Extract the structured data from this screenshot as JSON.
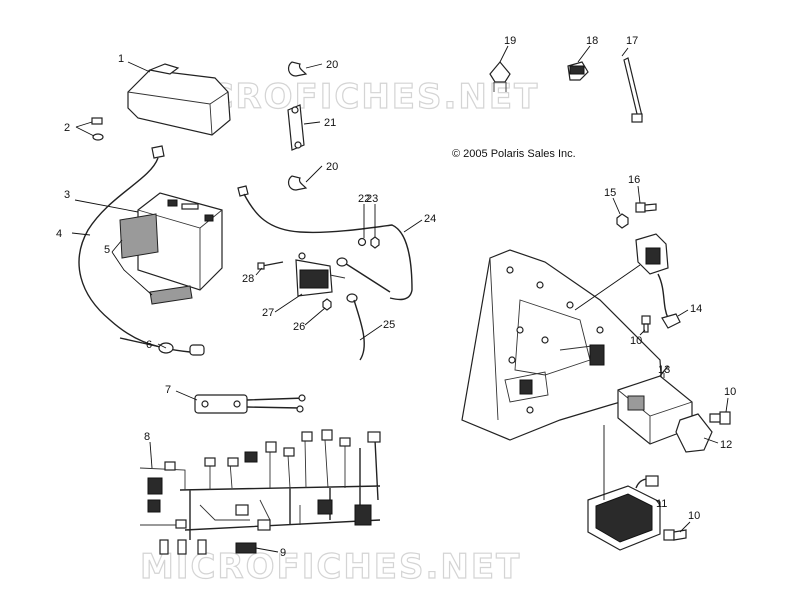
{
  "copyright": "© 2005 Polaris Sales Inc.",
  "watermark": "MICROFICHES.NET",
  "callouts": {
    "c1": "1",
    "c2": "2",
    "c3": "3",
    "c4": "4",
    "c5": "5",
    "c6": "6",
    "c7": "7",
    "c8": "8",
    "c9": "9",
    "c10a": "10",
    "c10b": "10",
    "c10c": "10",
    "c11": "11",
    "c12": "12",
    "c13": "13",
    "c14": "14",
    "c15": "15",
    "c16": "16",
    "c17": "17",
    "c18": "18",
    "c19": "19",
    "c20a": "20",
    "c20b": "20",
    "c21": "21",
    "c22": "22",
    "c23": "23",
    "c24": "24",
    "c25": "25",
    "c26": "26",
    "c27": "27",
    "c28": "28"
  }
}
